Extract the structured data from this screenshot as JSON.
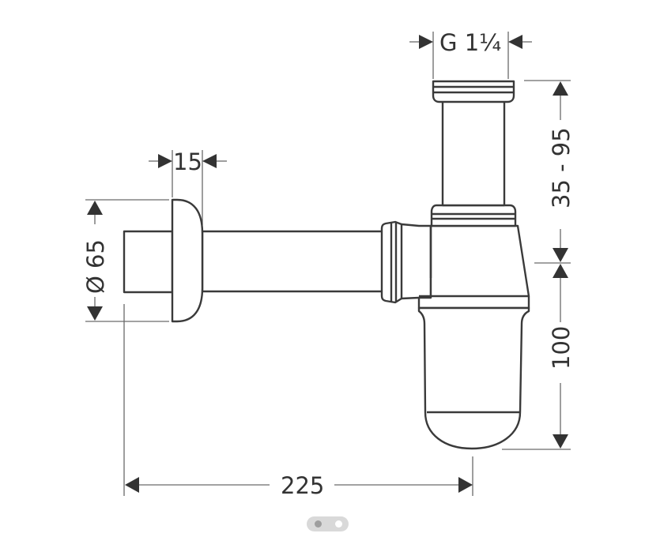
{
  "diagram": {
    "subject": "bottle siphon technical drawing",
    "dimensions": {
      "thread": "G 1¼",
      "rosette_depth": "15",
      "rosette_diameter": "Ø 65",
      "height_adjust": "35 - 95",
      "body_height": "100",
      "projection": "225"
    }
  },
  "carousel": {
    "pages": 2,
    "active_index": 0,
    "colors": {
      "track": "#d9d9d9",
      "active_dot": "#9e9e9e",
      "inactive_dot": "#ffffff"
    }
  }
}
